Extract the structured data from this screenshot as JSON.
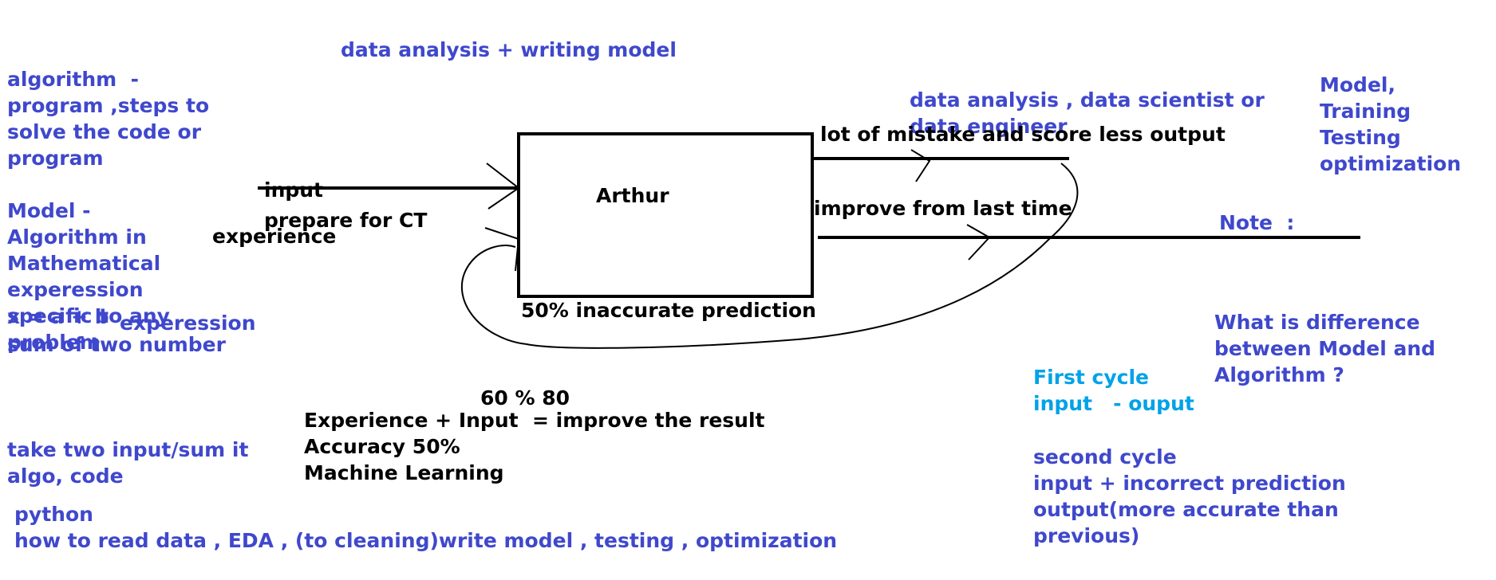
{
  "notes": {
    "algorithm_def": [
      "algorithm  -",
      "program ,steps to",
      "solve the code or",
      "program"
    ],
    "model_def": [
      "Model -",
      "Algorithm in",
      "Mathematical",
      "experession",
      "specific to any",
      "problem"
    ],
    "formula": "x = a + b",
    "formula_label": "experession",
    "formula_desc": "sum of two number",
    "algo_example": [
      "take two input/sum it",
      "algo, code"
    ],
    "python": [
      "python",
      "how to read data , EDA , (to cleaning)write model , testing , optimization"
    ],
    "data_analysis_writing": "data analysis + writing model",
    "roles": [
      "data analysis , data scientist or",
      "data engineer"
    ],
    "model_steps": [
      "Model,",
      "Training",
      "Testing",
      "optimization"
    ],
    "note_label": "Note  :",
    "question": [
      "What is difference",
      "between Model and",
      "Algorithm ?"
    ],
    "first_cycle": [
      "First cycle",
      "input   - ouput"
    ],
    "second_cycle": [
      "second cycle",
      "input + incorrect prediction",
      "output(more accurate than",
      "previous)"
    ]
  },
  "diagram": {
    "input_label": [
      "input",
      "prepare for CT"
    ],
    "experience_label": "experience",
    "box_label": "Arthur",
    "box_caption": "50% inaccurate prediction",
    "output_top": "lot of mistake and score less output",
    "output_bottom": "improve from last time",
    "summary": [
      "Experience + Input  = improve the result",
      "Accuracy 50%",
      "Machine Learning"
    ],
    "accuracy_progress": "60 % 80"
  },
  "colors": {
    "blue_text": "#3f48cc",
    "cyan_text": "#00a2e8",
    "ink": "#000000"
  }
}
